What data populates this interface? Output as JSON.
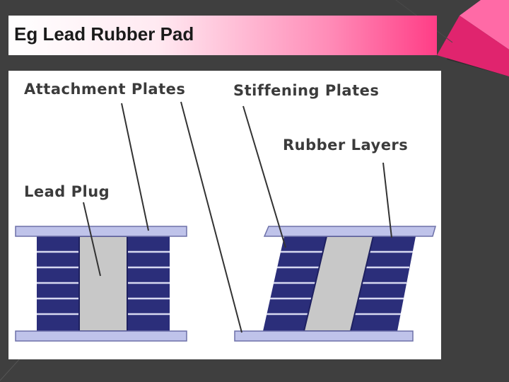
{
  "slide": {
    "title": "Eg Lead Rubber Pad"
  },
  "diagram": {
    "labels": {
      "attachment_plates": "Attachment Plates",
      "stiffening_plates": "Stiffening Plates",
      "rubber_layers": "Rubber Layers",
      "lead_plug": "Lead Plug"
    },
    "bearings": [
      {
        "state": "undeformed",
        "rubber_layer_count": 6
      },
      {
        "state": "sheared",
        "rubber_layer_count": 6
      }
    ]
  },
  "colors": {
    "background": "#3f3f3f",
    "title_accent": "#ff3d86",
    "plate": "#bfc3ea",
    "rubber": "#2b2e7a",
    "lead": "#c8c8c8",
    "label_text": "#3b3b3b"
  }
}
